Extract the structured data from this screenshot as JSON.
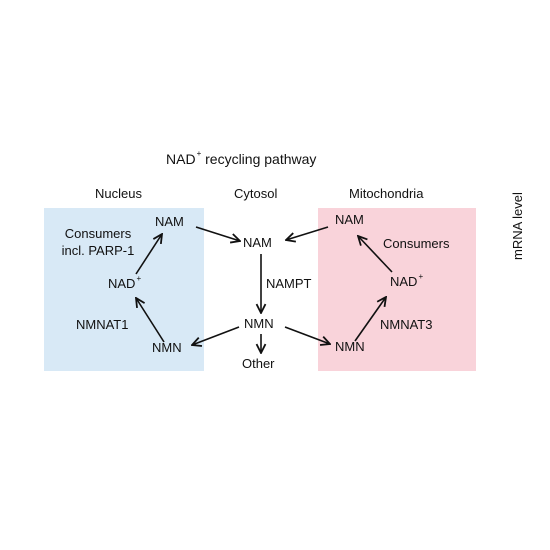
{
  "title": {
    "main": "NAD",
    "sup": "+",
    "rest": " recycling pathway"
  },
  "compartments": {
    "nucleus": "Nucleus",
    "cytosol": "Cytosol",
    "mitochondria": "Mitochondria"
  },
  "side_label": "mRNA level",
  "nucleus": {
    "nam": "NAM",
    "nad_main": "NAD",
    "nad_sup": "+",
    "nmn": "NMN",
    "consumers_line1": "Consumers",
    "consumers_line2": "incl. PARP-1",
    "enzyme": "NMNAT1"
  },
  "cytosol": {
    "nam": "NAM",
    "enzyme": "NAMPT",
    "nmn": "NMN",
    "other": "Other"
  },
  "mitochondria": {
    "nam": "NAM",
    "consumers": "Consumers",
    "nad_main": "NAD",
    "nad_sup": "+",
    "enzyme": "NMNAT3",
    "nmn": "NMN"
  },
  "colors": {
    "nucleus_bg": "#d8e9f6",
    "mito_bg": "#f9d3da",
    "arrow": "#111111"
  }
}
